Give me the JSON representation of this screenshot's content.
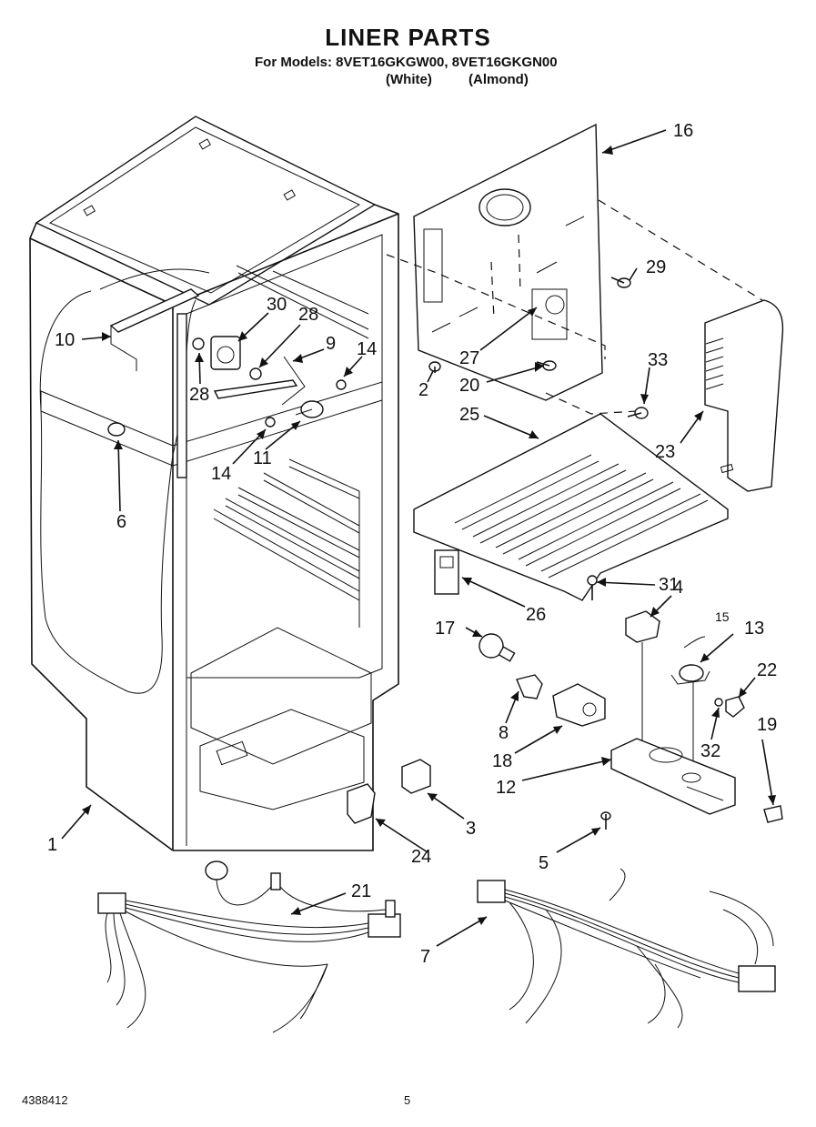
{
  "header": {
    "title": "LINER PARTS",
    "models_line": "For Models: 8VET16GKGW00, 8VET16GKGN00",
    "color_white": "(White)",
    "color_almond": "(Almond)"
  },
  "footer": {
    "doc_number": "4388412",
    "page_number": "5"
  },
  "callouts": {
    "c1": "1",
    "c2": "2",
    "c3": "3",
    "c4": "4",
    "c5": "5",
    "c6": "6",
    "c7": "7",
    "c8": "8",
    "c9": "9",
    "c10": "10",
    "c11": "11",
    "c12": "12",
    "c13": "13",
    "c14a": "14",
    "c14b": "14",
    "c15": "15",
    "c16": "16",
    "c17": "17",
    "c18": "18",
    "c19": "19",
    "c20": "20",
    "c21": "21",
    "c22": "22",
    "c23": "23",
    "c24": "24",
    "c25": "25",
    "c26": "26",
    "c27": "27",
    "c28a": "28",
    "c28b": "28",
    "c29": "29",
    "c30": "30",
    "c31": "31",
    "c32": "32",
    "c33": "33"
  }
}
